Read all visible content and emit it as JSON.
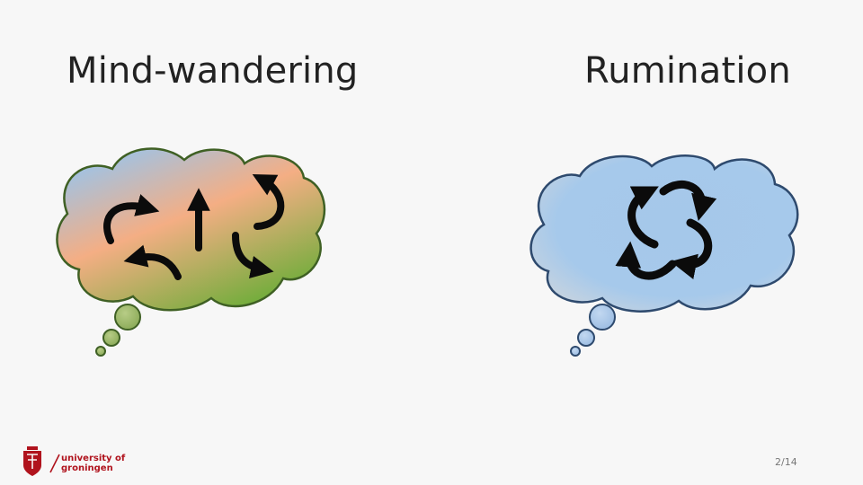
{
  "slide": {
    "titles": {
      "left": "Mind-wandering",
      "right": "Rumination"
    },
    "page_number": "2/14",
    "logo": {
      "line1": "university of",
      "line2": "groningen"
    },
    "colors": {
      "mind_cloud_top": "#9ec3e6",
      "mind_cloud_mid": "#f4ae84",
      "mind_cloud_bottom": "#73ad3c",
      "mind_cloud_stroke": "#3f6024",
      "rumination_cloud_fill": "#a5c8ea",
      "rumination_cloud_stroke": "#2e4a6e",
      "brand": "#b0131d"
    },
    "icons": {
      "left": [
        "curved-arrow-icon",
        "straight-arrow-icon",
        "curved-arrow-icon",
        "curved-arrow-icon",
        "curved-arrow-icon"
      ],
      "right": [
        "cycle-arrows-icon"
      ]
    }
  }
}
